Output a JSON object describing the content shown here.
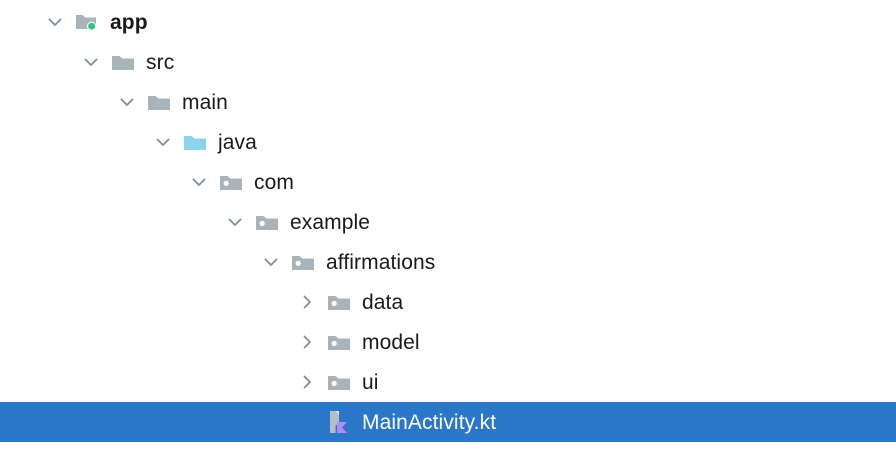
{
  "panel": {
    "name": "project-tree",
    "background_color": "#ffffff",
    "selection_color": "#2a76c8",
    "selection_text_color": "#ffffff",
    "text_color": "#1a1a1a",
    "chevron_color": "#868e96",
    "folder_color": "#a8b3ba",
    "source_folder_color": "#8cd4ea",
    "status_dot_color": "#2fc77e",
    "kotlin_icon_colors": {
      "document": "#b0bfc8",
      "mark": "#b889f0"
    }
  },
  "tree": {
    "rows": [
      {
        "label": "app",
        "depth": 0,
        "toggle": "chevron-down-icon",
        "expanded": true,
        "icon": "folder-module-icon",
        "icon_kind": "module",
        "bold": true,
        "badge": "status-dot-green",
        "selected": false
      },
      {
        "label": "src",
        "depth": 1,
        "toggle": "chevron-down-icon",
        "expanded": true,
        "icon": "folder-icon",
        "icon_kind": "folder",
        "bold": false,
        "badge": "",
        "selected": false
      },
      {
        "label": "main",
        "depth": 2,
        "toggle": "chevron-down-icon",
        "expanded": true,
        "icon": "folder-icon",
        "icon_kind": "folder",
        "bold": false,
        "badge": "",
        "selected": false
      },
      {
        "label": "java",
        "depth": 3,
        "toggle": "chevron-down-icon",
        "expanded": true,
        "icon": "folder-source-root-icon",
        "icon_kind": "source",
        "bold": false,
        "badge": "",
        "selected": false
      },
      {
        "label": "com",
        "depth": 4,
        "toggle": "chevron-down-icon",
        "expanded": true,
        "icon": "folder-package-icon",
        "icon_kind": "package",
        "bold": false,
        "badge": "",
        "selected": false
      },
      {
        "label": "example",
        "depth": 5,
        "toggle": "chevron-down-icon",
        "expanded": true,
        "icon": "folder-package-icon",
        "icon_kind": "package",
        "bold": false,
        "badge": "",
        "selected": false
      },
      {
        "label": "affirmations",
        "depth": 6,
        "toggle": "chevron-down-icon",
        "expanded": true,
        "icon": "folder-package-icon",
        "icon_kind": "package",
        "bold": false,
        "badge": "",
        "selected": false
      },
      {
        "label": "data",
        "depth": 7,
        "toggle": "chevron-right-icon",
        "expanded": false,
        "icon": "folder-package-icon",
        "icon_kind": "package",
        "bold": false,
        "badge": "",
        "selected": false
      },
      {
        "label": "model",
        "depth": 7,
        "toggle": "chevron-right-icon",
        "expanded": false,
        "icon": "folder-package-icon",
        "icon_kind": "package",
        "bold": false,
        "badge": "",
        "selected": false
      },
      {
        "label": "ui",
        "depth": 7,
        "toggle": "chevron-right-icon",
        "expanded": false,
        "icon": "folder-package-icon",
        "icon_kind": "package",
        "bold": false,
        "badge": "",
        "selected": false
      },
      {
        "label": "MainActivity.kt",
        "depth": 7,
        "toggle": "",
        "expanded": false,
        "icon": "kotlin-file-icon",
        "icon_kind": "kotlin",
        "bold": false,
        "badge": "",
        "selected": true
      }
    ]
  }
}
